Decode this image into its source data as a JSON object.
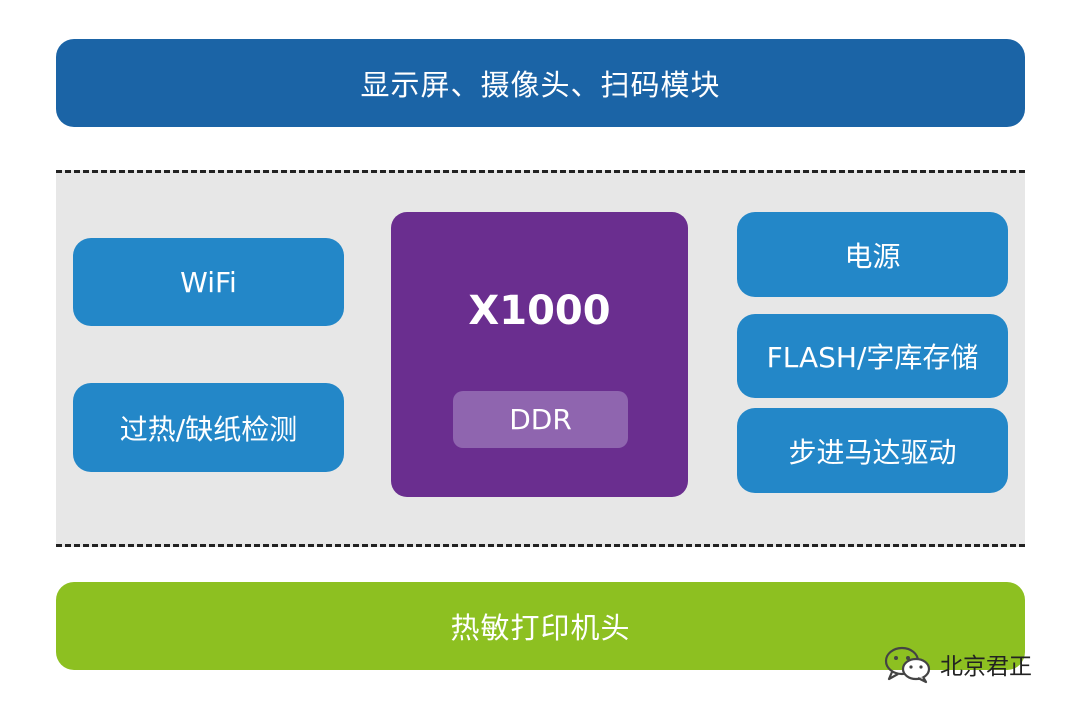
{
  "top_module": "显示屏、摄像头、扫码模块",
  "left_modules": [
    "WiFi",
    "过热/缺纸检测"
  ],
  "core": {
    "chip": "X1000",
    "memory": "DDR"
  },
  "right_modules": [
    "电源",
    "FLASH/字库存储",
    "步进马达驱动"
  ],
  "bottom_module": "热敏打印机头",
  "watermark": {
    "icon": "wechat-icon",
    "text": "北京君正"
  },
  "colors": {
    "top": "#1b64a6",
    "side": "#2387c8",
    "chip": "#6a2e8f",
    "ddr": "#8f65af",
    "bottom": "#8dc021",
    "panel": "#e7e7e7"
  }
}
